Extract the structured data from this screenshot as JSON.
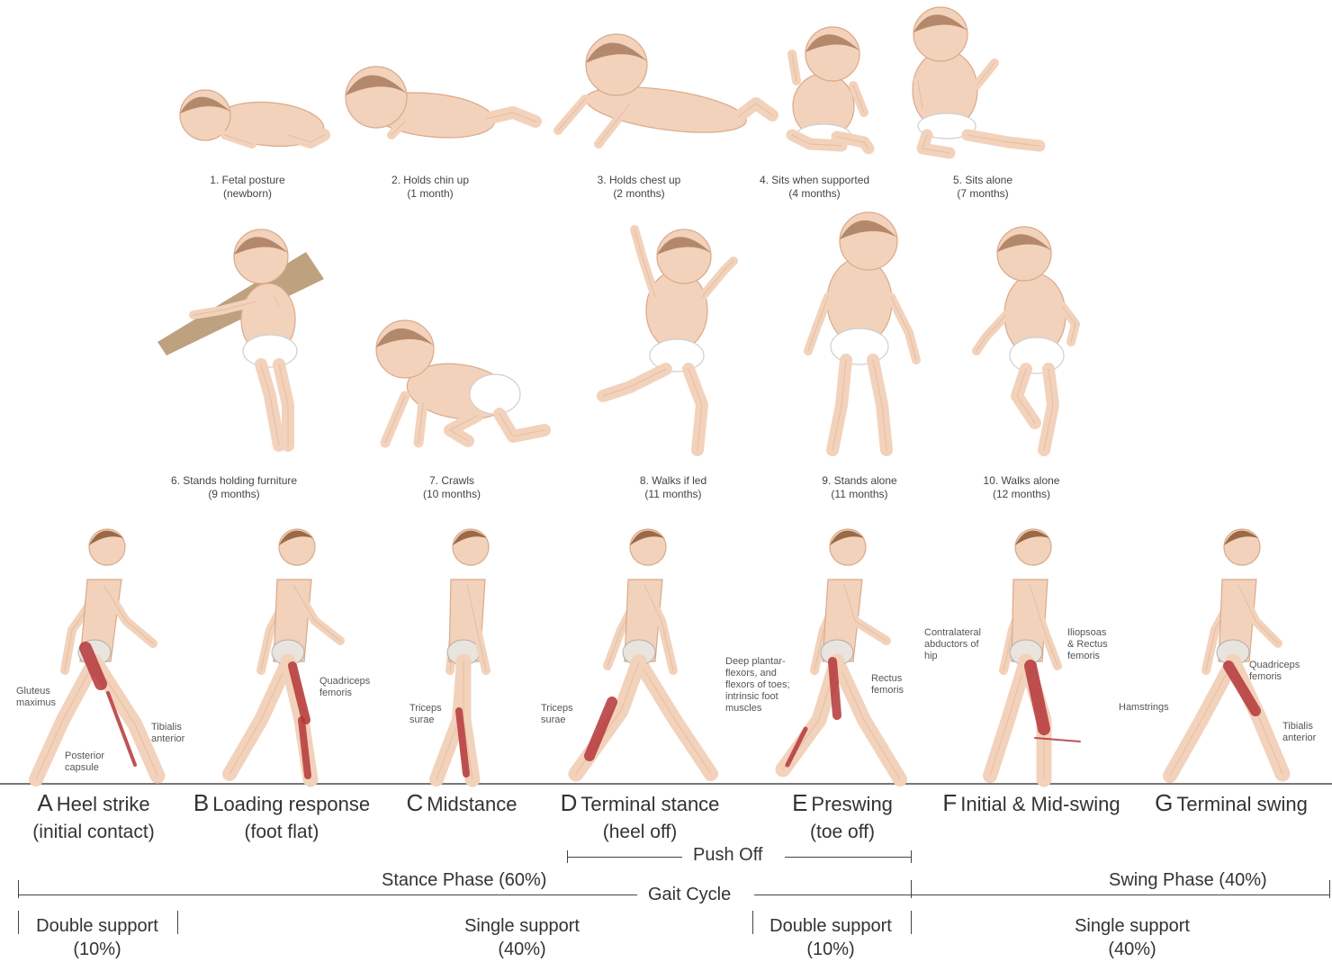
{
  "infant_milestones": [
    {
      "label": "1. Fetal posture",
      "age": "(newborn)"
    },
    {
      "label": "2. Holds chin up",
      "age": "(1 month)"
    },
    {
      "label": "3. Holds chest up",
      "age": "(2 months)"
    },
    {
      "label": "4. Sits when supported",
      "age": "(4 months)"
    },
    {
      "label": "5. Sits alone",
      "age": "(7 months)"
    },
    {
      "label": "6. Stands holding furniture",
      "age": "(9 months)"
    },
    {
      "label": "7. Crawls",
      "age": "(10 months)"
    },
    {
      "label": "8. Walks if led",
      "age": "(11 months)"
    },
    {
      "label": "9. Stands alone",
      "age": "(11 months)"
    },
    {
      "label": "10. Walks alone",
      "age": "(12 months)"
    }
  ],
  "gait_phases": [
    {
      "letter": "A",
      "name": "Heel strike",
      "sub": "(initial contact)"
    },
    {
      "letter": "B",
      "name": "Loading response",
      "sub": "(foot flat)"
    },
    {
      "letter": "C",
      "name": "Midstance",
      "sub": ""
    },
    {
      "letter": "D",
      "name": "Terminal stance",
      "sub": "(heel off)"
    },
    {
      "letter": "E",
      "name": "Preswing",
      "sub": "(toe off)"
    },
    {
      "letter": "F",
      "name": "Initial & Mid-swing",
      "sub": ""
    },
    {
      "letter": "G",
      "name": "Terminal swing",
      "sub": ""
    }
  ],
  "muscle_annotations": {
    "gluteus": "Gluteus\nmaximus",
    "posterior_capsule": "Posterior\ncapsule",
    "tibialis_a": "Tibialis\nanterior",
    "quadriceps_b": "Quadriceps\nfemoris",
    "triceps_c": "Triceps\nsurae",
    "triceps_d": "Triceps\nsurae",
    "deep_plantar": "Deep plantar-\nflexors, and\nflexors of toes;\nintrinsic foot\nmuscles",
    "rectus_e": "Rectus\nfemoris",
    "contralateral": "Contralateral\nabductors of\nhip",
    "iliopsoas": "Iliopsoas\n& Rectus\nfemoris",
    "hamstrings": "Hamstrings",
    "quadriceps_g": "Quadriceps\nfemoris",
    "tibialis_g": "Tibialis\nanterior"
  },
  "timeline": {
    "push_off": "Push Off",
    "stance_phase": "Stance Phase (60%)",
    "gait_cycle": "Gait Cycle",
    "swing_phase": "Swing Phase (40%)",
    "double_support_1": "Double support",
    "double_support_1_pct": "(10%)",
    "single_support_1": "Single support",
    "single_support_1_pct": "(40%)",
    "double_support_2": "Double support",
    "double_support_2_pct": "(10%)",
    "single_support_2": "Single support",
    "single_support_2_pct": "(40%)"
  },
  "colors": {
    "skin": "#f2d2bb",
    "skin_shade": "#d9a98a",
    "hair": "#9a6a48",
    "diaper": "#ffffff",
    "muscle": "#b5373a",
    "bone": "#e9e6e2",
    "line": "#444444"
  }
}
